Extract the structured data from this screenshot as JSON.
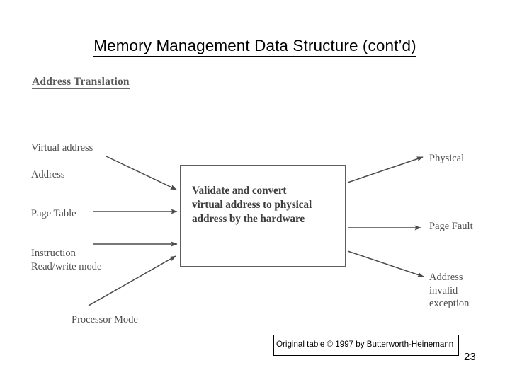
{
  "slide": {
    "title": "Memory Management Data Structure (cont’d)",
    "page_number": "23",
    "background_color": "#ffffff"
  },
  "figure": {
    "heading": "Address Translation",
    "heading_color": "#5a5a5a",
    "label_color": "#4e4e4e",
    "process_box": {
      "text": "Validate and convert virtual address to physical address by the hardware",
      "line1": "Validate and convert",
      "line2": "virtual address to physical",
      "line3": "address by the hardware",
      "border_color": "#5e5e5e",
      "fill_color": "#ffffff"
    },
    "inputs": [
      {
        "label": "Virtual address",
        "arrow": "diagonal-down-right"
      },
      {
        "label": "Address",
        "arrow": "none"
      },
      {
        "label": "Page Table",
        "arrow": "horizontal-right"
      },
      {
        "label_line1": "Instruction",
        "label_line2": "Read/write mode",
        "arrow": "horizontal-right"
      },
      {
        "label": "Processor Mode",
        "arrow": "diagonal-up-right"
      }
    ],
    "outputs": [
      {
        "label": "Physical",
        "arrow": "diagonal-up-right"
      },
      {
        "label": "Page Fault",
        "arrow": "horizontal-right"
      },
      {
        "label_line1": "Address",
        "label_line2": "invalid",
        "label_line3": "exception",
        "arrow": "diagonal-down-right"
      }
    ],
    "arrow_color": "#4a4a4a"
  },
  "caption": {
    "text": "Original table © 1997 by Butterworth-Heinemann",
    "border_color": "#000000"
  }
}
